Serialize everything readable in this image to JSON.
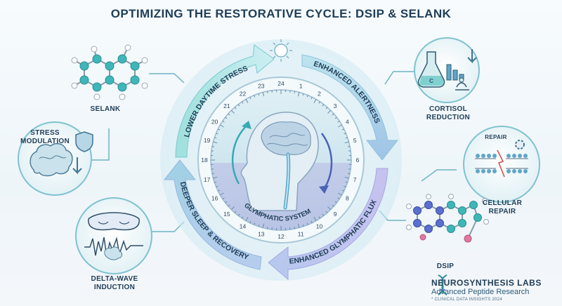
{
  "title": "OPTIMIZING THE RESTORATIVE CYCLE: DSIP & SELANK",
  "cycle": {
    "arc_top_left": "LOWER DAYTIME STRESS",
    "arc_top_right": "ENHANCED ALERTNESS",
    "arc_bottom_right": "ENHANCED GLYMPHATIC FLUX",
    "arc_bottom_left": "DEEPER SLEEP & RECOVERY",
    "center_label": "GLYMPHATIC SYSTEM",
    "hours": [
      "24",
      "1",
      "2",
      "3",
      "4",
      "5",
      "6",
      "7",
      "8",
      "9",
      "10",
      "11",
      "12",
      "13",
      "14",
      "15",
      "16",
      "17",
      "18",
      "19",
      "20",
      "21",
      "22",
      "23"
    ]
  },
  "nodes": {
    "selank": "SELANK",
    "stress_line1": "STRESS",
    "stress_line2": "MODULATION",
    "delta_line1": "DELTA-WAVE",
    "delta_line2": "INDUCTION",
    "cortisol_line1": "CORTISOL",
    "cortisol_line2": "REDUCTION",
    "repair_tag": "REPAIR",
    "cellular_line1": "CELLULAR",
    "cellular_line2": "REPAIR",
    "dsip": "DSIP",
    "cortisol_flask_letter": "C"
  },
  "brand": {
    "name": "NEUROSYNTHESIS LABS",
    "sub": "Advanced Peptide Research",
    "foot": "* CLINICAL DATA INSIGHTS 2024"
  },
  "colors": {
    "teal": "#3fb6b8",
    "blue": "#5a8fd0",
    "purple": "#8a86d8",
    "navy": "#1f3d56"
  }
}
